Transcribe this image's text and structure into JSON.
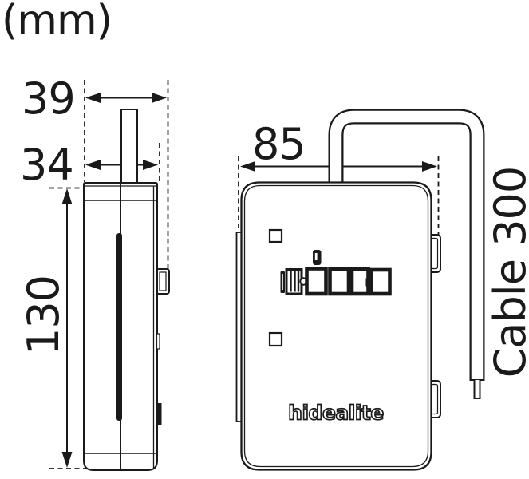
{
  "unit_note": "(mm)",
  "dimensions": {
    "side_top_width": "39",
    "side_body_width": "34",
    "side_height": "130",
    "front_width": "85",
    "cable_length": "Cable 300"
  },
  "branding": {
    "logo": "hidealite"
  },
  "drawing": {
    "views": [
      "side-view",
      "front-view"
    ],
    "colors": {
      "line": "#1a1a1a",
      "background": "#ffffff",
      "slot_fill": "#1a1a1a"
    }
  }
}
